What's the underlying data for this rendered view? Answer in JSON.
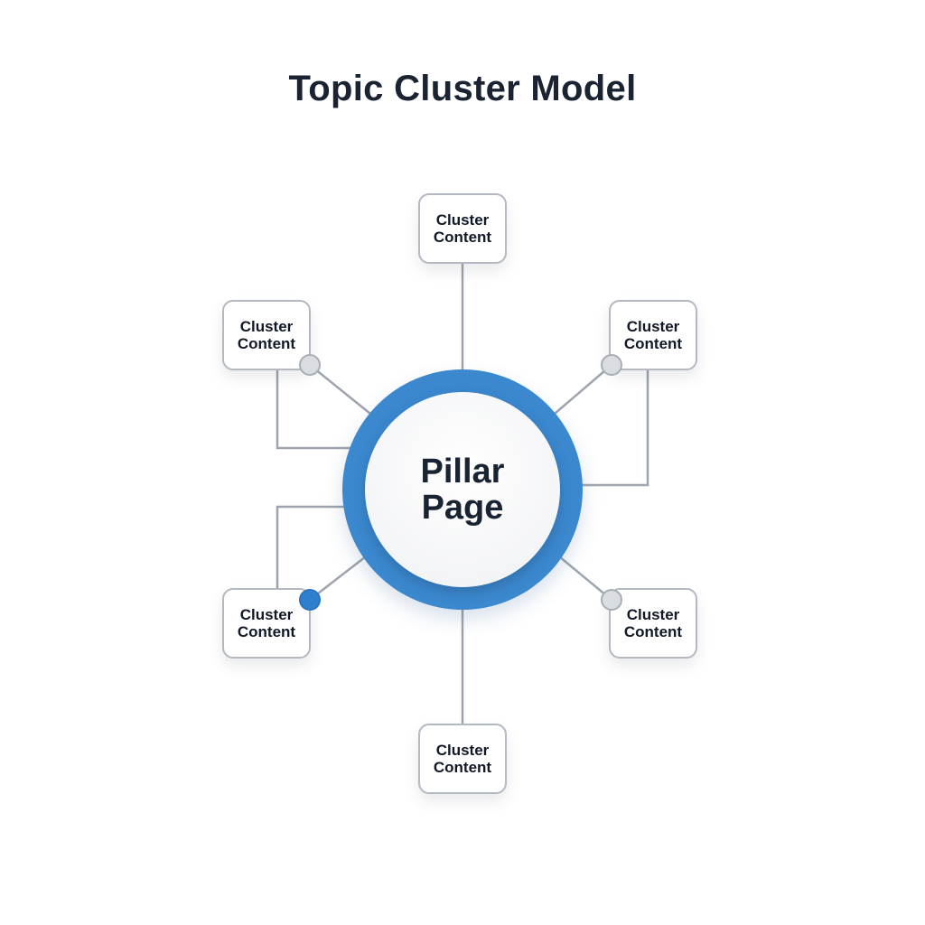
{
  "title": "Topic Cluster Model",
  "pillar": {
    "line1": "Pillar",
    "line2": "Page"
  },
  "clusters": [
    {
      "line1": "Cluster",
      "line2": "Content"
    },
    {
      "line1": "Cluster",
      "line2": "Content"
    },
    {
      "line1": "Cluster",
      "line2": "Content"
    },
    {
      "line1": "Cluster",
      "line2": "Content"
    },
    {
      "line1": "Cluster",
      "line2": "Content"
    },
    {
      "line1": "Cluster",
      "line2": "Content"
    }
  ],
  "colors": {
    "accent": "#3b88cf",
    "connector_active": "#2f7fcf",
    "connector_idle": "#d9dce0",
    "line": "#9ea4ad"
  }
}
